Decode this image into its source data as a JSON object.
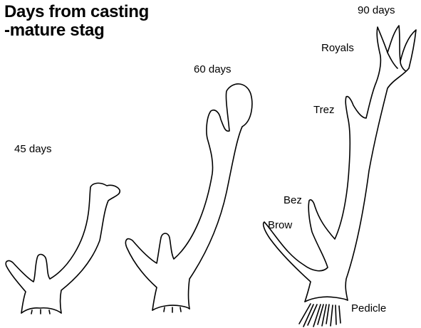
{
  "title": {
    "line1": "Days from casting",
    "line2": "-mature stag"
  },
  "stages": [
    {
      "label": "45 days"
    },
    {
      "label": "60 days"
    },
    {
      "label": "90 days"
    }
  ],
  "parts": {
    "royals": "Royals",
    "trez": "Trez",
    "bez": "Bez",
    "brow": "Brow",
    "pedicle": "Pedicle"
  }
}
